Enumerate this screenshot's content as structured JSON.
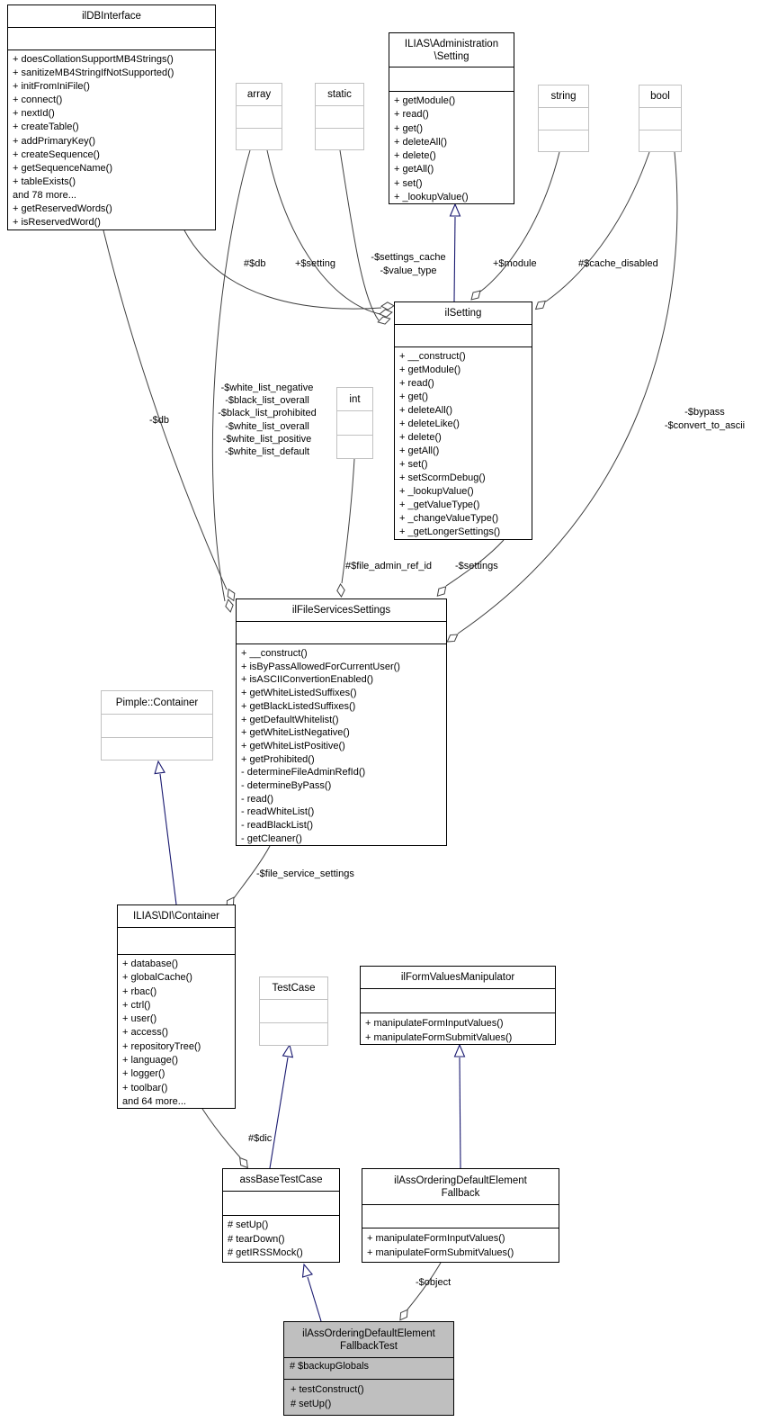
{
  "classes": {
    "ildbinterface": {
      "title": [
        "ilDBInterface"
      ],
      "attrs": [],
      "methods": [
        "+ doesCollationSupportMB4Strings()",
        "+ sanitizeMB4StringIfNotSupported()",
        "+ initFromIniFile()",
        "+ connect()",
        "+ nextId()",
        "+ createTable()",
        "+ addPrimaryKey()",
        "+ createSequence()",
        "+ getSequenceName()",
        "+ tableExists()",
        "and 78 more...",
        "+ getReservedWords()",
        "+ isReservedWord()"
      ]
    },
    "array": {
      "title": [
        "array"
      ]
    },
    "static": {
      "title": [
        "static"
      ]
    },
    "admin_setting": {
      "title": [
        "ILIAS\\Administration",
        "\\Setting"
      ],
      "attrs": [],
      "methods": [
        "+ getModule()",
        "+ read()",
        "+ get()",
        "+ deleteAll()",
        "+ delete()",
        "+ getAll()",
        "+ set()",
        "+ _lookupValue()"
      ]
    },
    "string": {
      "title": [
        "string"
      ]
    },
    "bool": {
      "title": [
        "bool"
      ]
    },
    "ilsetting": {
      "title": [
        "ilSetting"
      ],
      "attrs": [],
      "methods": [
        "+ __construct()",
        "+ getModule()",
        "+ read()",
        "+ get()",
        "+ deleteAll()",
        "+ deleteLike()",
        "+ delete()",
        "+ getAll()",
        "+ set()",
        "+ setScormDebug()",
        "+ _lookupValue()",
        "+ _getValueType()",
        "+ _changeValueType()",
        "+ _getLongerSettings()"
      ]
    },
    "int": {
      "title": [
        "int"
      ]
    },
    "ilfileservicessettings": {
      "title": [
        "ilFileServicesSettings"
      ],
      "attrs": [],
      "methods": [
        "+ __construct()",
        "+ isByPassAllowedForCurrentUser()",
        "+ isASCIIConvertionEnabled()",
        "+ getWhiteListedSuffixes()",
        "+ getBlackListedSuffixes()",
        "+ getDefaultWhitelist()",
        "+ getWhiteListNegative()",
        "+ getWhiteListPositive()",
        "+ getProhibited()",
        "- determineFileAdminRefId()",
        "- determineByPass()",
        "- read()",
        "- readWhiteList()",
        "- readBlackList()",
        "- getCleaner()"
      ]
    },
    "pimple_container": {
      "title": [
        "Pimple::Container"
      ]
    },
    "di_container": {
      "title": [
        "ILIAS\\DI\\Container"
      ],
      "attrs": [],
      "methods": [
        "+ database()",
        "+ globalCache()",
        "+ rbac()",
        "+ ctrl()",
        "+ user()",
        "+ access()",
        "+ repositoryTree()",
        "+ language()",
        "+ logger()",
        "+ toolbar()",
        "and 64 more..."
      ]
    },
    "testcase": {
      "title": [
        "TestCase"
      ]
    },
    "ilformvaluesmanipulator": {
      "title": [
        "ilFormValuesManipulator"
      ],
      "attrs": [],
      "methods": [
        "+ manipulateFormInputValues()",
        "+ manipulateFormSubmitValues()"
      ]
    },
    "assbasetestcase": {
      "title": [
        "assBaseTestCase"
      ],
      "attrs": [],
      "methods": [
        "# setUp()",
        "# tearDown()",
        "# getIRSSMock()"
      ]
    },
    "fallback": {
      "title": [
        "ilAssOrderingDefaultElement",
        "Fallback"
      ],
      "attrs": [],
      "methods": [
        "+ manipulateFormInputValues()",
        "+ manipulateFormSubmitValues()"
      ]
    },
    "fallbacktest": {
      "title": [
        "ilAssOrderingDefaultElement",
        "FallbackTest"
      ],
      "attrs": [
        "# $backupGlobals"
      ],
      "methods": [
        "+ testConstruct()",
        "# setUp()"
      ]
    }
  },
  "edge_labels": {
    "db_protected": "#$db",
    "setting": "+$setting",
    "settings_cache": [
      "-$settings_cache",
      "-$value_type"
    ],
    "module": "+$module",
    "cache_disabled": "#$cache_disabled",
    "bypass": [
      "-$bypass",
      "-$convert_to_ascii"
    ],
    "db_private": "-$db",
    "white_lists": [
      "-$white_list_negative",
      "-$black_list_overall",
      "-$black_list_prohibited",
      "-$white_list_overall",
      "-$white_list_positive",
      "-$white_list_default"
    ],
    "file_admin_ref_id": "#$file_admin_ref_id",
    "settings_private": "-$settings",
    "file_service_settings": "-$file_service_settings",
    "dic": "#$dic",
    "object": "-$object"
  },
  "colors": {
    "inheritance_edge": "#191970",
    "aggregation_edge": "#404040",
    "highlight_fill": "#bfbfbf",
    "muted_border": "#c1c1c1",
    "box_border": "#000000",
    "background": "#ffffff"
  }
}
